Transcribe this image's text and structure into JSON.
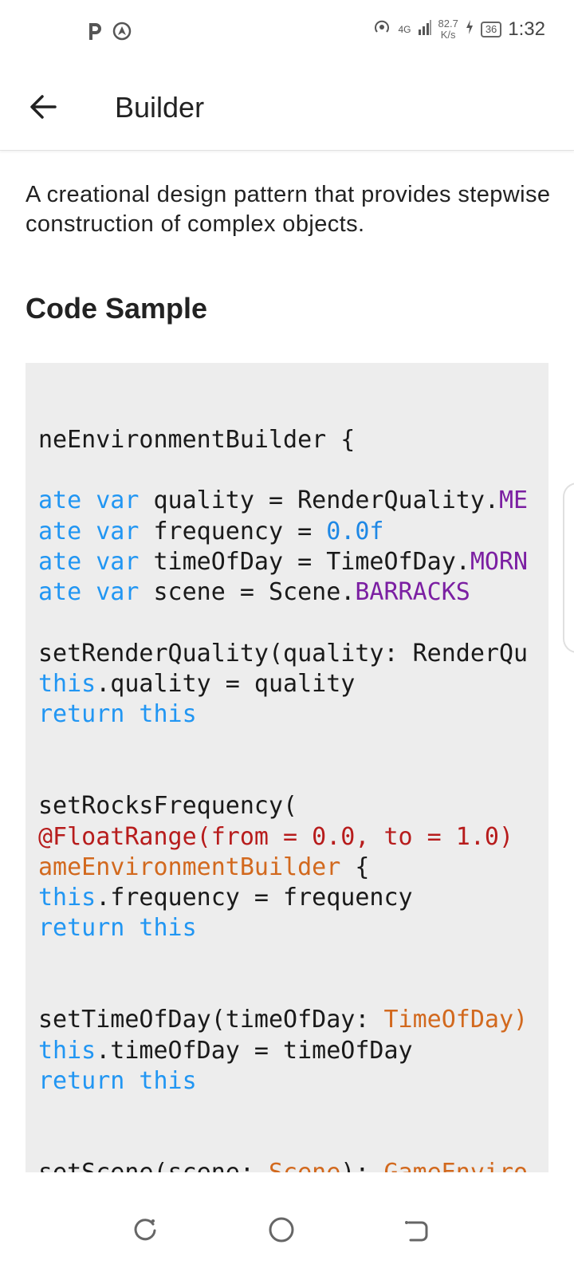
{
  "status_bar": {
    "time": "1:32",
    "network_speed_value": "82.7",
    "network_speed_unit": "K/s",
    "network_type": "4G",
    "battery_level": "36",
    "left_icons": [
      "p-icon",
      "location-icon"
    ]
  },
  "app_bar": {
    "back_icon": "arrow-back-icon",
    "title": "Builder"
  },
  "description": "A creational design pattern that provides stepwise construction of complex objects.",
  "section_title": "Code Sample",
  "code_lines": [
    "",
    "",
    "neEnvironmentBuilder {",
    "",
    "ate var quality = RenderQuality.ME",
    "ate var frequency = 0.0f",
    "ate var timeOfDay = TimeOfDay.MORN",
    "ate var scene = Scene.BARRACKS",
    "",
    "setRenderQuality(quality: RenderQu",
    "this.quality = quality",
    "return this",
    "",
    "",
    "setRocksFrequency(",
    "@FloatRange(from = 0.0, to = 1.0)",
    "ameEnvironmentBuilder {",
    "this.frequency = frequency",
    "return this",
    "",
    "",
    "setTimeOfDay(timeOfDay: TimeOfDay)",
    "this.timeOfDay = timeOfDay",
    "return this",
    "",
    "",
    "setScene(scene: Scene): GameEnviro"
  ],
  "colors": {
    "keyword": "#2196f3",
    "constant": "#7b1fa2",
    "number": "#1e88e5",
    "annotation": "#b71c1c",
    "type": "#d2691e",
    "code_background": "#ededed"
  },
  "nav_bar": {
    "buttons": [
      "recent-apps-icon",
      "home-icon",
      "back-nav-icon"
    ]
  }
}
